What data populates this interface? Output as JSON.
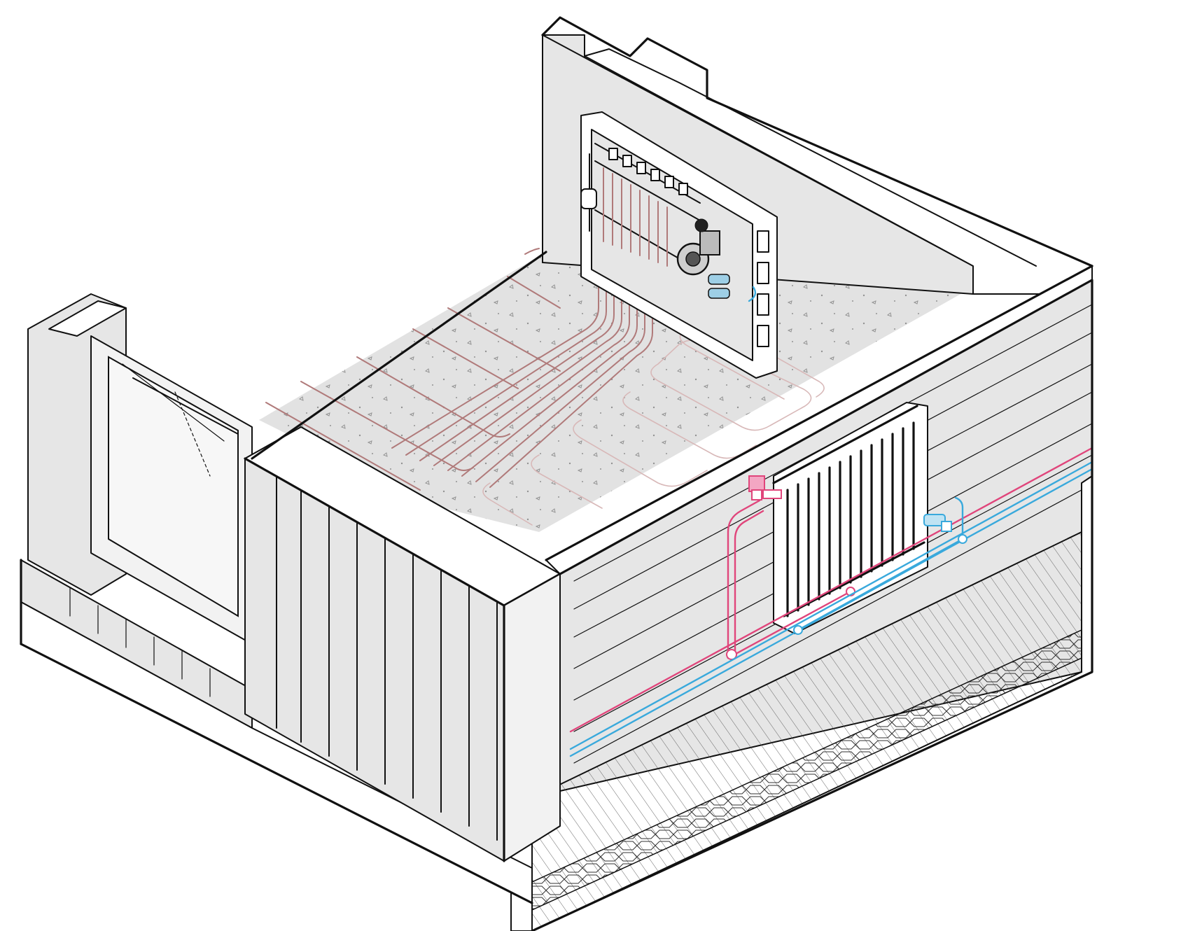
{
  "diagram": {
    "kind": "isometric-cutaway",
    "components": [
      "exterior-wall-corner",
      "window",
      "vertical-cladding",
      "horizontal-cladding",
      "underfloor-heating-loops",
      "heating-manifold-cabinet",
      "circulation-pump",
      "panel-radiator",
      "supply-pipe",
      "return-pipe",
      "thermostatic-valve",
      "foundation-insulation"
    ],
    "colors": {
      "supply_pipe": "#e0457b",
      "return_pipe": "#39a9dc",
      "floor_heating_pipe": "#b07a7a",
      "surface_fill": "#e6e6e6",
      "line": "#111111"
    }
  }
}
